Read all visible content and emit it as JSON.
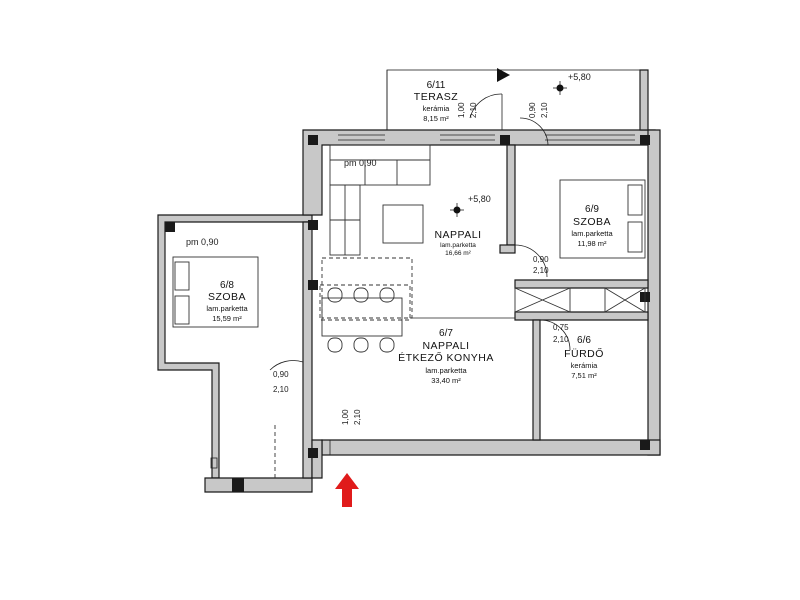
{
  "rooms": {
    "terrace": {
      "number": "6/11",
      "name": "TERASZ",
      "floor": "kerámia",
      "area": "8,15 m²"
    },
    "bedroom_right": {
      "number": "6/9",
      "name": "SZOBA",
      "floor": "lam.parketta",
      "area": "11,98 m²"
    },
    "living_upper": {
      "name": "NAPPALI",
      "floor": "lam.parketta",
      "area": "16,66 m²"
    },
    "bedroom_left": {
      "number": "6/8",
      "name": "SZOBA",
      "floor": "lam.parketta",
      "area": "15,59 m²"
    },
    "living_main": {
      "number": "6/7",
      "name": "NAPPALI",
      "subname": "ÉTKEZŐ KONYHA",
      "floor": "lam.parketta",
      "area": "33,40 m²"
    },
    "bathroom": {
      "number": "6/6",
      "name": "FÜRDŐ",
      "floor": "kerámia",
      "area": "7,51 m²"
    }
  },
  "levels": {
    "terrace": "+5,80",
    "living": "+5,80"
  },
  "parapets": {
    "living": "pm 0,90",
    "bedroom_left": "pm 0,90"
  },
  "dimensions": {
    "terrace_door_a": "1,00",
    "terrace_door_b": "2,10",
    "bedroom_right_window_a": "0,90",
    "bedroom_right_window_b": "2,10",
    "bedroom_right_door_a": "0,90",
    "bedroom_right_door_b": "2,10",
    "bath_door_a": "0,75",
    "bath_door_b": "2,10",
    "bedroom_left_door_a": "0,90",
    "bedroom_left_door_b": "2,10",
    "entrance_a": "1,00",
    "entrance_b": "2,10"
  },
  "colors": {
    "wall_fill": "#c8c8c8",
    "wall_line": "#1a1a1a",
    "entrance_arrow": "#e01b1b"
  },
  "icons": {
    "entrance": "red-up-arrow",
    "level_marker": "crosshair-level-mark",
    "north_flag": "triangle-flag"
  }
}
